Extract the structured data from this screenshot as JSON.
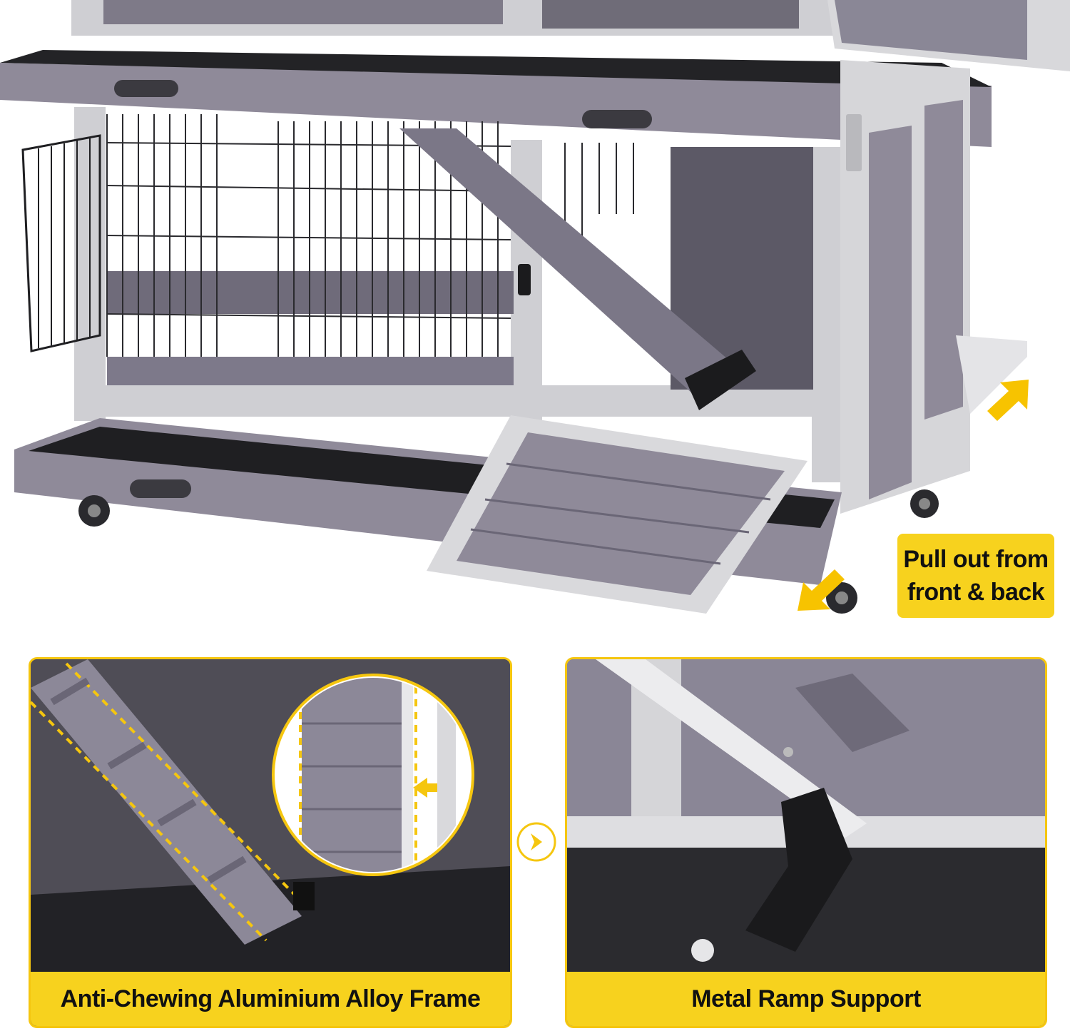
{
  "hero": {
    "callout_lines": [
      "Pull out from",
      "front & back"
    ]
  },
  "details": [
    {
      "caption": "Anti-Chewing Aluminium Alloy Frame"
    },
    {
      "caption": "Metal Ramp Support"
    }
  ],
  "colors": {
    "accent_yellow": "#f7d21e",
    "wood_gray": "#8f8a99",
    "frame_light": "#d9d9dc",
    "tray_black": "#1f1f22"
  },
  "icons": [
    "arrow-right-icon",
    "direction-arrow-icon"
  ]
}
